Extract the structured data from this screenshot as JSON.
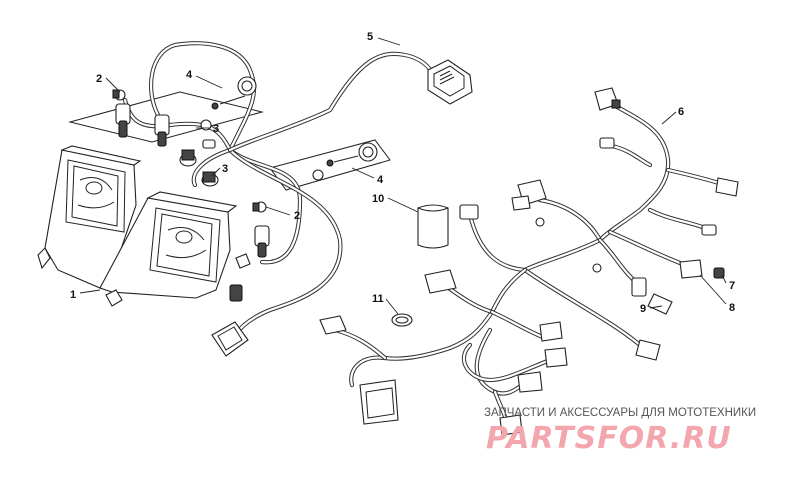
{
  "callouts": [
    {
      "id": "1",
      "label": "1"
    },
    {
      "id": "2a",
      "label": "2"
    },
    {
      "id": "2b",
      "label": "2"
    },
    {
      "id": "3a",
      "label": "3"
    },
    {
      "id": "3b",
      "label": "3"
    },
    {
      "id": "4a",
      "label": "4"
    },
    {
      "id": "4b",
      "label": "4"
    },
    {
      "id": "5",
      "label": "5"
    },
    {
      "id": "6",
      "label": "6"
    },
    {
      "id": "7",
      "label": "7"
    },
    {
      "id": "8",
      "label": "8"
    },
    {
      "id": "9",
      "label": "9"
    },
    {
      "id": "10",
      "label": "10"
    },
    {
      "id": "11",
      "label": "11"
    }
  ],
  "watermark": {
    "caption": "ЗАПЧАСТИ И АКСЕССУАРЫ ДЛЯ МОТОТЕХНИКИ",
    "logo": "PARTSFOR.RU"
  }
}
